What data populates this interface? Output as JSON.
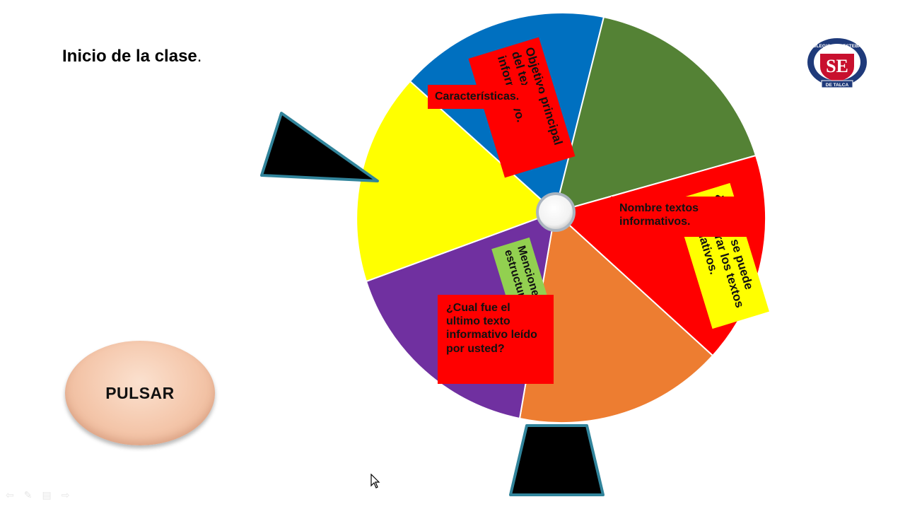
{
  "slide": {
    "title": "Inicio de la clase",
    "title_end": "."
  },
  "button": {
    "label": "PULSAR"
  },
  "wheel": {
    "segment_colors": [
      "#0070c0",
      "#548235",
      "#ff0000",
      "#ed7d31",
      "#7030a0",
      "#ffff00"
    ],
    "pointer_color": "#000000",
    "pointer_border": "#31849b",
    "hub_color": "#ffffff"
  },
  "labels": {
    "objetivo": "Objetivo principal del texto informativo.",
    "caracteristicas": "Características.",
    "se_puede_encontrar": "¿Dónde se puede encontrar los textos informativos.",
    "nombre_textos": "Nombre textos informativos.",
    "mencione": "Mencione estructura",
    "cual_fue": "¿Cual fue el ultimo texto informativo leído por usted?"
  },
  "logo": {
    "top_text": "COLEGIO SAN ESTEBAN",
    "initials": "SE",
    "bottom_text": "DE TALCA",
    "primary_color": "#1f3a7a",
    "accent_color": "#c8102e"
  }
}
